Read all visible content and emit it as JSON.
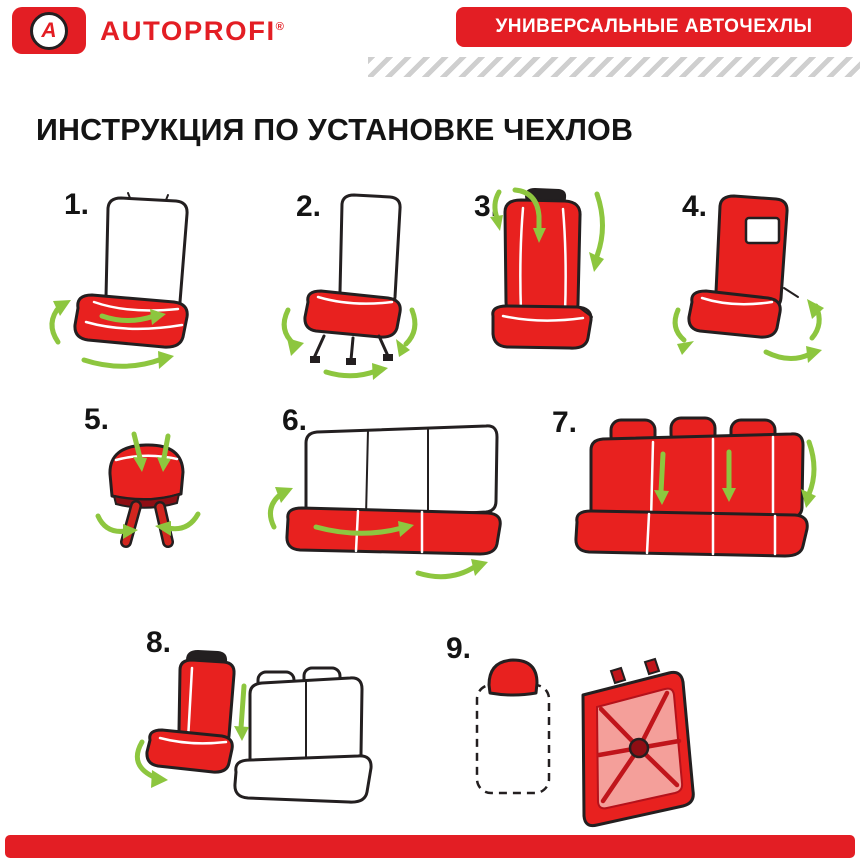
{
  "header": {
    "logo_letter": "A",
    "brand": "AUTOPROFI",
    "registered_mark": "®",
    "banner": "УНИВЕРСАЛЬНЫЕ АВТОЧЕХЛЫ"
  },
  "title": "ИНСТРУКЦИЯ ПО УСТАНОВКЕ ЧЕХЛОВ",
  "steps": [
    {
      "number": "1.",
      "illustration": "front-seat-cushion-cover-install"
    },
    {
      "number": "2.",
      "illustration": "front-seat-straps-fastening-underneath"
    },
    {
      "number": "3.",
      "illustration": "front-seat-backrest-cover-pull-down"
    },
    {
      "number": "4.",
      "illustration": "front-seat-back-pocket-and-ties"
    },
    {
      "number": "5.",
      "illustration": "headrest-cover-install"
    },
    {
      "number": "6.",
      "illustration": "rear-bench-cushion-cover-install"
    },
    {
      "number": "7.",
      "illustration": "rear-bench-backrest-cover-pull-down"
    },
    {
      "number": "8.",
      "illustration": "front-seat-beside-rear-bench-fitting"
    },
    {
      "number": "9.",
      "illustration": "backrest-panel-drawstring-tightening"
    }
  ],
  "colors": {
    "brand_red": "#e31e24",
    "cover_red": "#e8211f",
    "dark_red": "#c0151b",
    "arrow_green": "#8dc63f",
    "outline": "#231f20",
    "panel_pink": "#f49f9a",
    "stripe_gray": "#cfcfcf"
  }
}
